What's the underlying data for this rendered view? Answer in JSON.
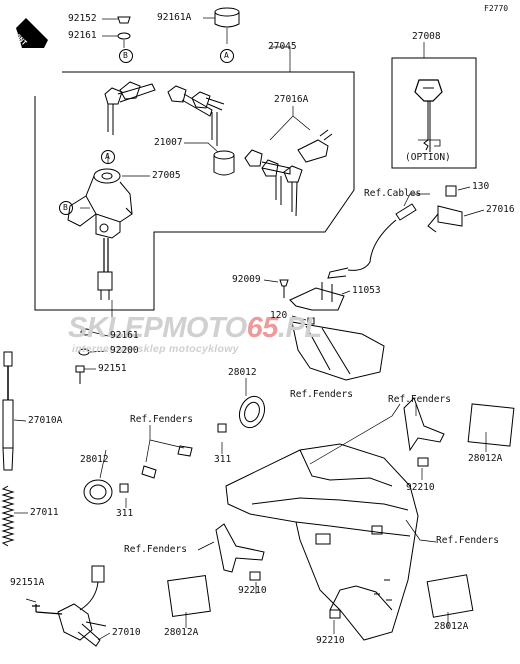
{
  "diagram_id": "F2770",
  "front_label": "FRONT",
  "circle_refs": {
    "a": "A",
    "b": "B"
  },
  "watermark": {
    "brand_left": "SKLEP",
    "brand_mid": "MOTO",
    "brand_red": "65",
    "brand_tld": ".PL",
    "tagline": "internetowy sklep motocyklowy"
  },
  "labels": {
    "p92152": "92152",
    "p92161_top": "92161",
    "p92161A": "92161A",
    "p27045": "27045",
    "p27008": "27008",
    "option": "(OPTION)",
    "p27016A": "27016A",
    "p21007": "21007",
    "p27005": "27005",
    "ref_cables": "Ref.Cables",
    "p130": "130",
    "p27016": "27016",
    "p92009": "92009",
    "p11053": "11053",
    "p120": "120",
    "p92161_mid": "92161",
    "p92200": "92200",
    "p92151": "92151",
    "ref_fenders_center": "Ref.Fenders",
    "p28012_top": "28012",
    "ref_fenders_left": "Ref.Fenders",
    "ref_fenders_right": "Ref.Fenders",
    "p27010A": "27010A",
    "p311_right": "311",
    "p28012_left": "28012",
    "p311_left": "311",
    "p28012A_right": "28012A",
    "p92210_right": "92210",
    "p27011": "27011",
    "ref_fenders_lower_left": "Ref.Fenders",
    "ref_fenders_lower_right": "Ref.Fenders",
    "p92151A": "92151A",
    "p92210_center": "92210",
    "p28012A_left": "28012A",
    "p28012A_bottom": "28012A",
    "p27010": "27010",
    "p92210_bottom": "92210"
  }
}
